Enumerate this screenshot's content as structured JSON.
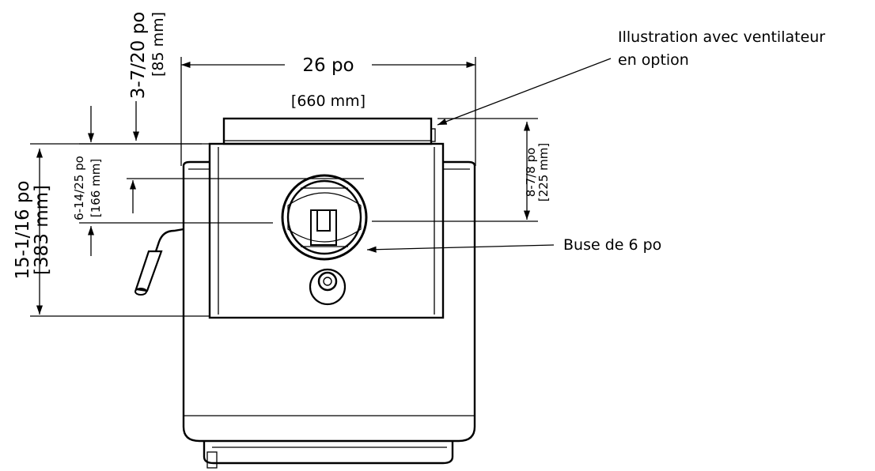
{
  "dimensions": {
    "width_po": "26 po",
    "width_mm": "[660 mm]",
    "height_po": "15-1/16 po",
    "height_mm": "[383 mm]",
    "top_offset_po": "3-7/20 po",
    "top_offset_mm": "[85 mm]",
    "nozzle_offset_po": "6-14/25 po",
    "nozzle_offset_mm": "[166 mm]",
    "fan_height_po": "8-7/8 po",
    "fan_height_mm": "[225 mm]"
  },
  "callouts": {
    "fan_line1": "Illustration avec ventilateur",
    "fan_line2": "en option",
    "nozzle": "Buse de 6 po"
  }
}
